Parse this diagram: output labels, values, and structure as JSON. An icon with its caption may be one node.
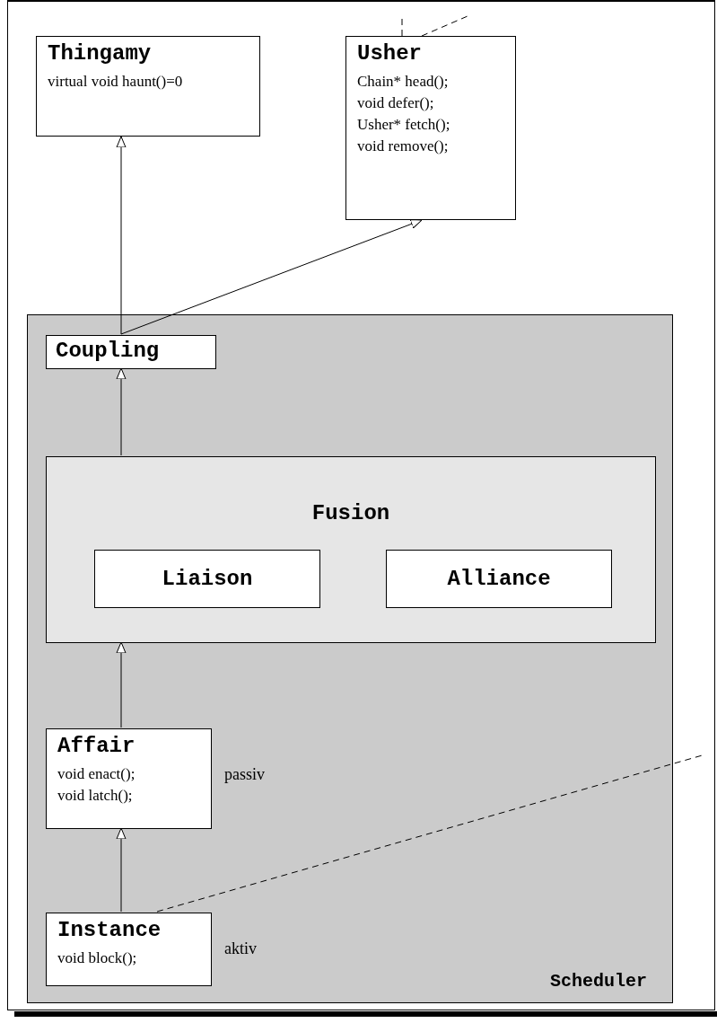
{
  "diagram": {
    "nodes": [
      {
        "text": [
          "Thingamy",
          "virtual void haunt()=0"
        ]
      },
      {
        "text": [
          "Usher",
          "Chain* head();",
          "void defer();",
          "Usher* fetch();",
          "void remove();"
        ]
      },
      {
        "text": [
          "Scheduler"
        ]
      },
      {
        "text": [
          "Coupling"
        ],
        "in": 2
      },
      {
        "text": [
          "Fusion"
        ],
        "in": 2
      },
      {
        "text": [
          "Liaison"
        ],
        "in": 4
      },
      {
        "text": [
          "Alliance"
        ],
        "in": 4
      },
      {
        "text": [
          "Affair",
          "void enact();",
          "void latch();"
        ],
        "in": 2,
        "beside": [
          "passiv"
        ]
      },
      {
        "text": [
          "Instance",
          "void block();"
        ],
        "in": 2,
        "beside": [
          "aktiv"
        ]
      }
    ],
    "edges": [
      {
        "from": 3,
        "to": 0,
        "arrow": "to"
      },
      {
        "from": 3,
        "to": 1,
        "arrow": "to"
      },
      {
        "from": 4,
        "to": 3,
        "arrow": "to"
      },
      {
        "from": 7,
        "to": 4,
        "arrow": "to"
      },
      {
        "from": 8,
        "to": 7,
        "arrow": "to"
      },
      {
        "from": 1,
        "to": null,
        "arrow": "none",
        "style": "dashed"
      },
      {
        "from": 1,
        "to": null,
        "arrow": "none",
        "style": "dashed"
      },
      {
        "from": 8,
        "to": null,
        "arrow": "none",
        "style": "dashed"
      }
    ]
  }
}
